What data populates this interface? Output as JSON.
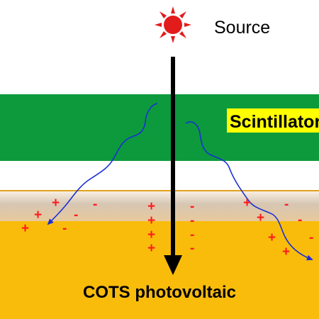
{
  "source": {
    "label": "Source",
    "icon": "sun-icon",
    "color": "#e21b1b"
  },
  "scintillator": {
    "label": "Scintillator",
    "color": "#0c9a3c",
    "label_bg": "#ffff00"
  },
  "photovoltaic": {
    "label": "COTS photovoltaic",
    "color": "#f9bc0b"
  },
  "charges": {
    "positive": "+",
    "negative": "-",
    "color": "#ff1a1a"
  },
  "photon_color": "#1a2fd6",
  "beam_color": "#000000"
}
